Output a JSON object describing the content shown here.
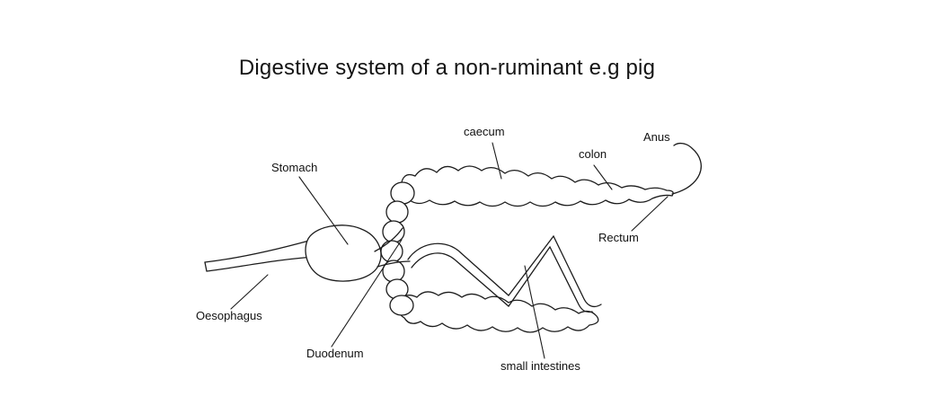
{
  "title": "Digestive system of a non-ruminant e.g pig",
  "labels": {
    "caecum": "caecum",
    "colon": "colon",
    "anus": "Anus",
    "stomach": "Stomach",
    "rectum": "Rectum",
    "oesophagus": "Oesophagus",
    "duodenum": "Duodenum",
    "small_intestines": "small intestines"
  },
  "colors": {
    "line": "#1c1c1c",
    "text": "#111111",
    "background": "#ffffff"
  }
}
